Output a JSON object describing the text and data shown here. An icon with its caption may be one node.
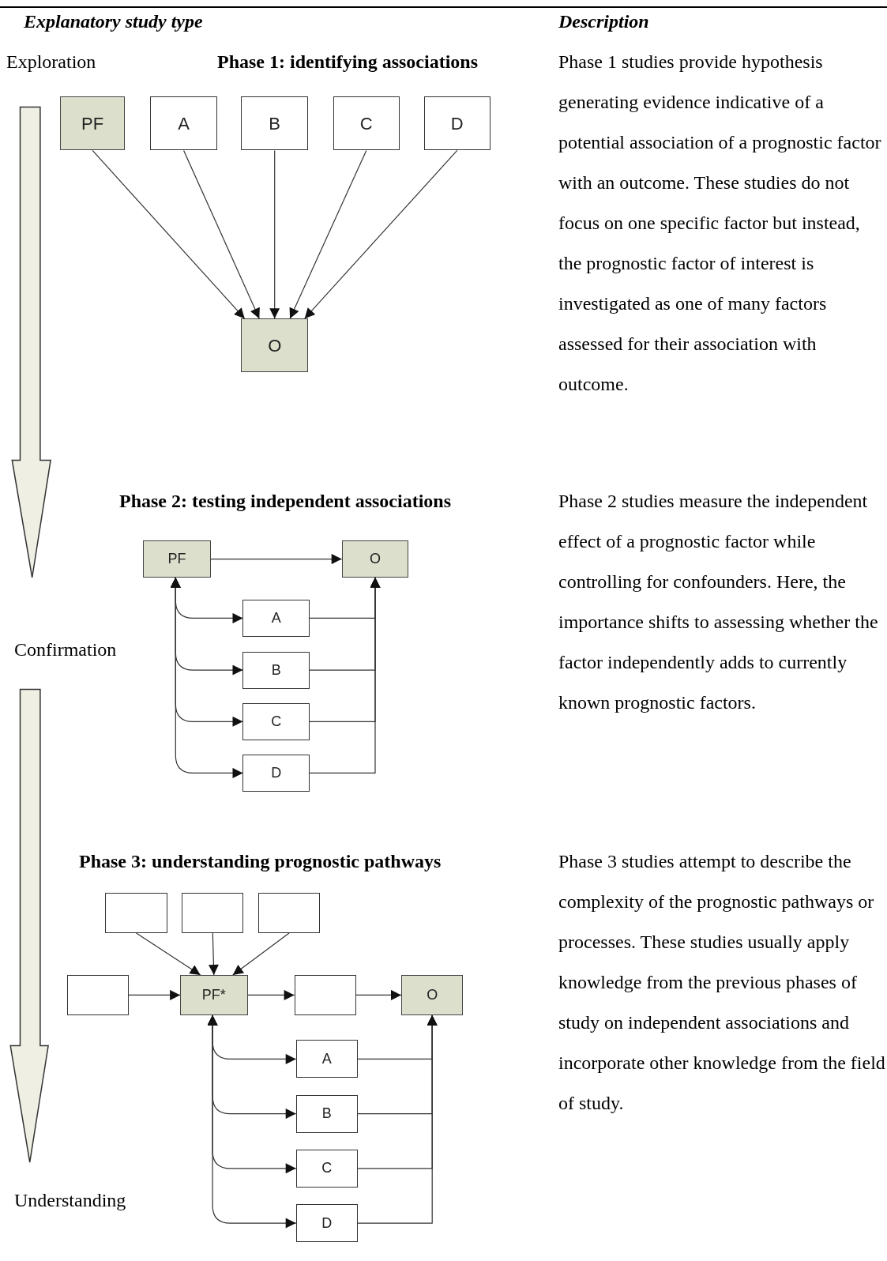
{
  "diagram": {
    "nodes": [
      {
        "text": [
          "PF"
        ]
      },
      {
        "text": [
          "A"
        ]
      },
      {
        "text": [
          "B"
        ]
      },
      {
        "text": [
          "C"
        ]
      },
      {
        "text": [
          "D"
        ]
      },
      {
        "text": [
          "O"
        ]
      },
      {
        "text": [
          "PF"
        ]
      },
      {
        "text": [
          "O"
        ]
      },
      {
        "text": [
          "A"
        ]
      },
      {
        "text": [
          "B"
        ]
      },
      {
        "text": [
          "C"
        ]
      },
      {
        "text": [
          "D"
        ]
      },
      {
        "text": [],
        "shape": "box"
      },
      {
        "text": [],
        "shape": "box"
      },
      {
        "text": [],
        "shape": "box"
      },
      {
        "text": [],
        "shape": "box"
      },
      {
        "text": [
          "PF*"
        ]
      },
      {
        "text": [],
        "shape": "box"
      },
      {
        "text": [
          "O"
        ]
      },
      {
        "text": [
          "A"
        ]
      },
      {
        "text": [
          "B"
        ]
      },
      {
        "text": [
          "C"
        ]
      },
      {
        "text": [
          "D"
        ]
      }
    ],
    "edges": [
      {
        "from": 0,
        "to": 5,
        "arrow": "to"
      },
      {
        "from": 1,
        "to": 5,
        "arrow": "to"
      },
      {
        "from": 2,
        "to": 5,
        "arrow": "to"
      },
      {
        "from": 3,
        "to": 5,
        "arrow": "to"
      },
      {
        "from": 4,
        "to": 5,
        "arrow": "to"
      },
      {
        "from": 6,
        "to": 7,
        "arrow": "to"
      },
      {
        "from": 6,
        "to": 8,
        "arrow": "both"
      },
      {
        "from": 6,
        "to": 9,
        "arrow": "both"
      },
      {
        "from": 6,
        "to": 10,
        "arrow": "both"
      },
      {
        "from": 6,
        "to": 11,
        "arrow": "both"
      },
      {
        "from": 8,
        "to": 7,
        "arrow": "to"
      },
      {
        "from": 9,
        "to": 7,
        "arrow": "to"
      },
      {
        "from": 10,
        "to": 7,
        "arrow": "to"
      },
      {
        "from": 11,
        "to": 7,
        "arrow": "to"
      },
      {
        "from": 12,
        "to": 16,
        "arrow": "to"
      },
      {
        "from": 13,
        "to": 16,
        "arrow": "to"
      },
      {
        "from": 14,
        "to": 16,
        "arrow": "to"
      },
      {
        "from": 15,
        "to": 16,
        "arrow": "to"
      },
      {
        "from": 16,
        "to": 17,
        "arrow": "to"
      },
      {
        "from": 17,
        "to": 18,
        "arrow": "to"
      },
      {
        "from": 16,
        "to": 19,
        "arrow": "both"
      },
      {
        "from": 16,
        "to": 20,
        "arrow": "both"
      },
      {
        "from": 16,
        "to": 21,
        "arrow": "both"
      },
      {
        "from": 16,
        "to": 22,
        "arrow": "both"
      },
      {
        "from": 19,
        "to": 18,
        "arrow": "to"
      },
      {
        "from": 20,
        "to": 18,
        "arrow": "to"
      },
      {
        "from": 21,
        "to": 18,
        "arrow": "to"
      },
      {
        "from": 22,
        "to": 18,
        "arrow": "to"
      }
    ],
    "labels": [
      "Explanatory study type",
      "Description",
      "Exploration",
      "Phase 1: identifying associations",
      "Phase 1 studies provide hypothesis generating evidence indicative of a potential association of a prognostic factor with an outcome. These studies do not focus on one specific factor but instead, the prognostic factor of interest is investigated as one of many factors assessed for their association with outcome.",
      "Phase 2: testing independent associations",
      "Phase 2 studies measure the independent effect of a prognostic factor while controlling for confounders. Here, the importance shifts to assessing whether the factor independently adds to currently known prognostic factors.",
      "Confirmation",
      "Phase 3: understanding prognostic pathways",
      "Phase 3 studies attempt to describe the complexity of the prognostic pathways or processes. These studies usually apply knowledge from the previous phases of study on independent associations and incorporate other knowledge from the field of study.",
      "Understanding"
    ]
  }
}
